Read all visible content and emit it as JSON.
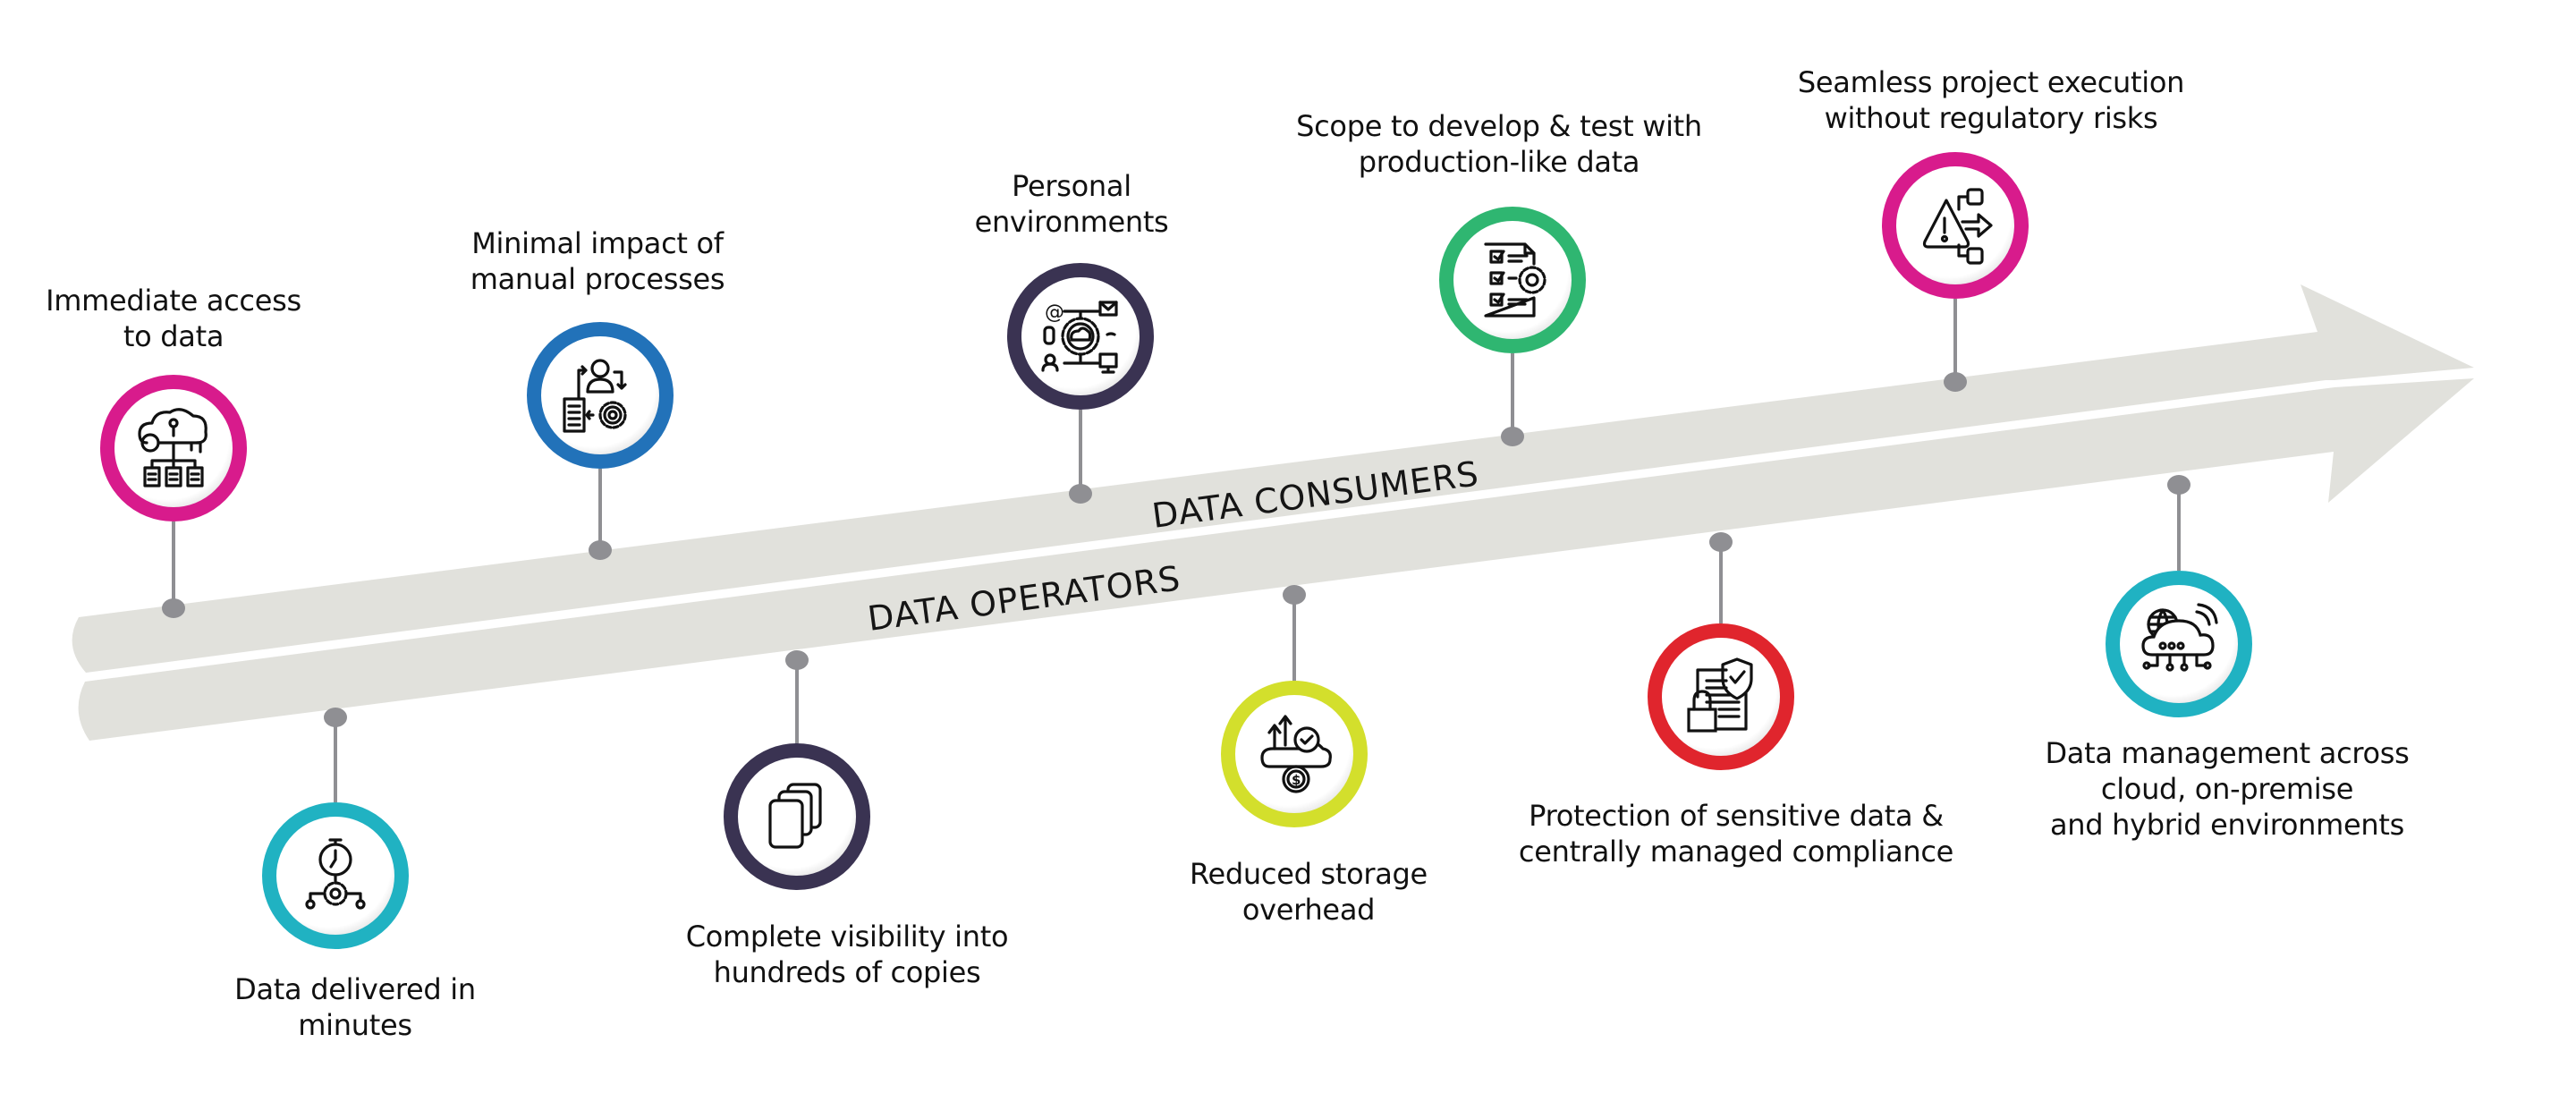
{
  "diagram": {
    "title": "Data lifecycle benefits",
    "colors": {
      "band": "#e1e1dc",
      "stem": "#8f8f93",
      "text": "#111111",
      "magenta": "#d81b8c",
      "blue": "#2272b9",
      "navy": "#3a3352",
      "green": "#2fb671",
      "teal": "#20b2c2",
      "lime": "#d3df2c",
      "red": "#e0252d"
    },
    "bands": [
      {
        "id": "consumers",
        "label": "DATA CONSUMERS"
      },
      {
        "id": "operators",
        "label": "DATA OPERATORS"
      }
    ],
    "milestones_top": [
      {
        "lines": [
          "Immediate access",
          "to data"
        ],
        "icon": "cloud-key-network-icon",
        "color": "magenta"
      },
      {
        "lines": [
          "Minimal impact of",
          "manual processes"
        ],
        "icon": "person-document-gear-icon",
        "color": "blue"
      },
      {
        "lines": [
          "Personal",
          "environments"
        ],
        "icon": "cloud-gear-devices-icon",
        "color": "navy"
      },
      {
        "lines": [
          "Scope to develop & test with",
          "production-like data"
        ],
        "icon": "checklist-gear-icon",
        "color": "green"
      },
      {
        "lines": [
          "Seamless project execution",
          "without regulatory risks"
        ],
        "icon": "warning-flow-icon",
        "color": "magenta"
      }
    ],
    "milestones_bottom": [
      {
        "lines": [
          "Data delivered in",
          "minutes"
        ],
        "icon": "stopwatch-gear-icon",
        "color": "teal"
      },
      {
        "lines": [
          "Complete visibility into",
          "hundreds of copies"
        ],
        "icon": "stacked-copies-icon",
        "color": "navy"
      },
      {
        "lines": [
          "Reduced storage",
          "overhead"
        ],
        "icon": "cloud-savings-icon",
        "color": "lime"
      },
      {
        "lines": [
          "Protection of sensitive data &",
          "centrally managed compliance"
        ],
        "icon": "document-shield-lock-icon",
        "color": "red"
      },
      {
        "lines": [
          "Data management across",
          "cloud, on-premise",
          "and hybrid environments"
        ],
        "icon": "cloud-globe-network-icon",
        "color": "teal"
      }
    ]
  }
}
